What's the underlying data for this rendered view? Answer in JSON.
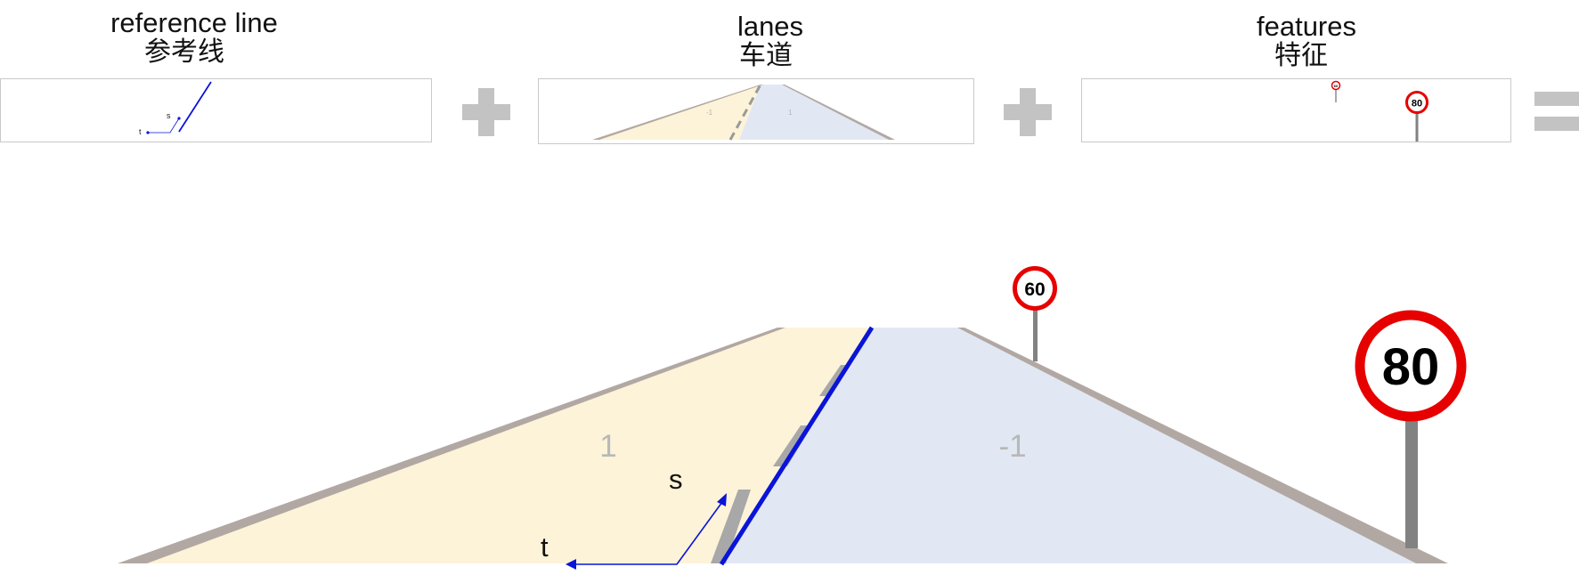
{
  "headers": {
    "reference_line": {
      "en": "reference line",
      "zh": "参考线"
    },
    "lanes": {
      "en": "lanes",
      "zh": "车道"
    },
    "features": {
      "en": "features",
      "zh": "特征"
    }
  },
  "operators": {
    "plus": "+",
    "equals": "="
  },
  "main": {
    "lane_left_label": "1",
    "lane_right_label": "-1",
    "axis_s_label": "s",
    "axis_t_label": "t",
    "sign_near_value": "80",
    "sign_far_value": "60"
  },
  "thumbs": {
    "ref_s_label": "s",
    "ref_t_label": "t",
    "lanes_left_label": "-1",
    "lanes_right_label": "1",
    "sign_near_value": "80",
    "sign_far_value": "60"
  },
  "colors": {
    "lane_yellow": "#fdf3d8",
    "lane_blue": "#e1e8f3",
    "road_edge": "#b2a8a3",
    "reference_line": "#0a14d8",
    "lane_marking": "#a8a8a8",
    "sign_ring": "#e60000",
    "sign_pole": "#828282",
    "operator_gray": "#c3c3c3"
  }
}
